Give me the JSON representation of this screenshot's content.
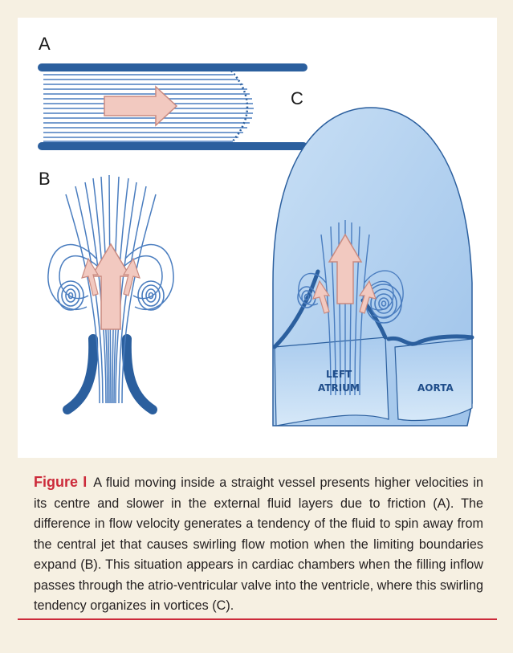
{
  "panels": {
    "a_label": "A",
    "b_label": "B",
    "c_label": "C"
  },
  "chambers": {
    "left_atrium_line1": "LEFT",
    "left_atrium_line2": "ATRIUM",
    "aorta": "AORTA"
  },
  "caption": {
    "label": "Figure I",
    "text": "A fluid moving inside a straight vessel presents higher velocities in its centre and slower in the external fluid layers due to friction (A). The difference in flow velocity generates a tendency of the fluid to spin away from the central jet that causes swirling flow motion when the limiting boundaries expand (B). This situation appears in cardiac chambers when the filling inflow passes through the atrio-ventricular valve into the ventricle, where this swirling tendency organizes in vortices (C)."
  },
  "colors": {
    "vessel": "#2b5f9e",
    "flow_line": "#4a7dbf",
    "arrow_fill": "#f2c9c0",
    "arrow_stroke": "#c98a80",
    "ventricle_fill": "#b6d3f0",
    "caption_accent": "#cc2a3a",
    "background": "#f6f0e2"
  }
}
